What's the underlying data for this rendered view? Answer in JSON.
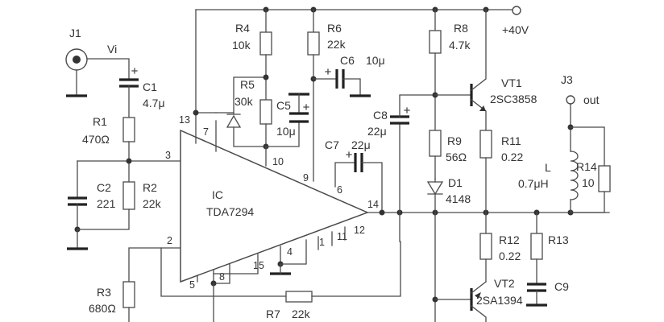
{
  "supply": "+40V",
  "connectors": {
    "j1": "J1",
    "vi": "Vi",
    "j3": "J3",
    "out": "out"
  },
  "ic": {
    "designator": "IC",
    "part": "TDA7294",
    "pins": [
      "13",
      "7",
      "3",
      "2",
      "10",
      "9",
      "6",
      "14",
      "12",
      "11",
      "1",
      "4",
      "15",
      "8",
      "5"
    ]
  },
  "components": {
    "c1": {
      "ref": "C1",
      "value": "4.7μ"
    },
    "r1": {
      "ref": "R1",
      "value": "470Ω"
    },
    "c2": {
      "ref": "C2",
      "value": "221"
    },
    "r2": {
      "ref": "R2",
      "value": "22k"
    },
    "r3": {
      "ref": "R3",
      "value": "680Ω"
    },
    "r4": {
      "ref": "R4",
      "value": "10k"
    },
    "r5": {
      "ref": "R5",
      "value": "30k"
    },
    "c5": {
      "ref": "C5",
      "value": "10μ"
    },
    "r6": {
      "ref": "R6",
      "value": "22k"
    },
    "c6": {
      "ref": "C6",
      "value": "10μ"
    },
    "c7": {
      "ref": "C7",
      "value": "22μ"
    },
    "c8": {
      "ref": "C8",
      "value": "22μ"
    },
    "r7": {
      "ref": "R7",
      "value": "22k"
    },
    "r8": {
      "ref": "R8",
      "value": "4.7k"
    },
    "r9": {
      "ref": "R9",
      "value": "56Ω"
    },
    "d1": {
      "ref": "D1",
      "value": "4148"
    },
    "vt1": {
      "ref": "VT1",
      "value": "2SC3858"
    },
    "vt2": {
      "ref": "VT2",
      "value": "2SA1394"
    },
    "r11": {
      "ref": "R11",
      "value": "0.22"
    },
    "r12": {
      "ref": "R12",
      "value": "0.22"
    },
    "r13": {
      "ref": "R13",
      "value": ""
    },
    "c9": {
      "ref": "C9",
      "value": ""
    },
    "l": {
      "ref": "L",
      "value": "0.7μH"
    },
    "r14": {
      "ref": "R14",
      "value": "10"
    }
  }
}
